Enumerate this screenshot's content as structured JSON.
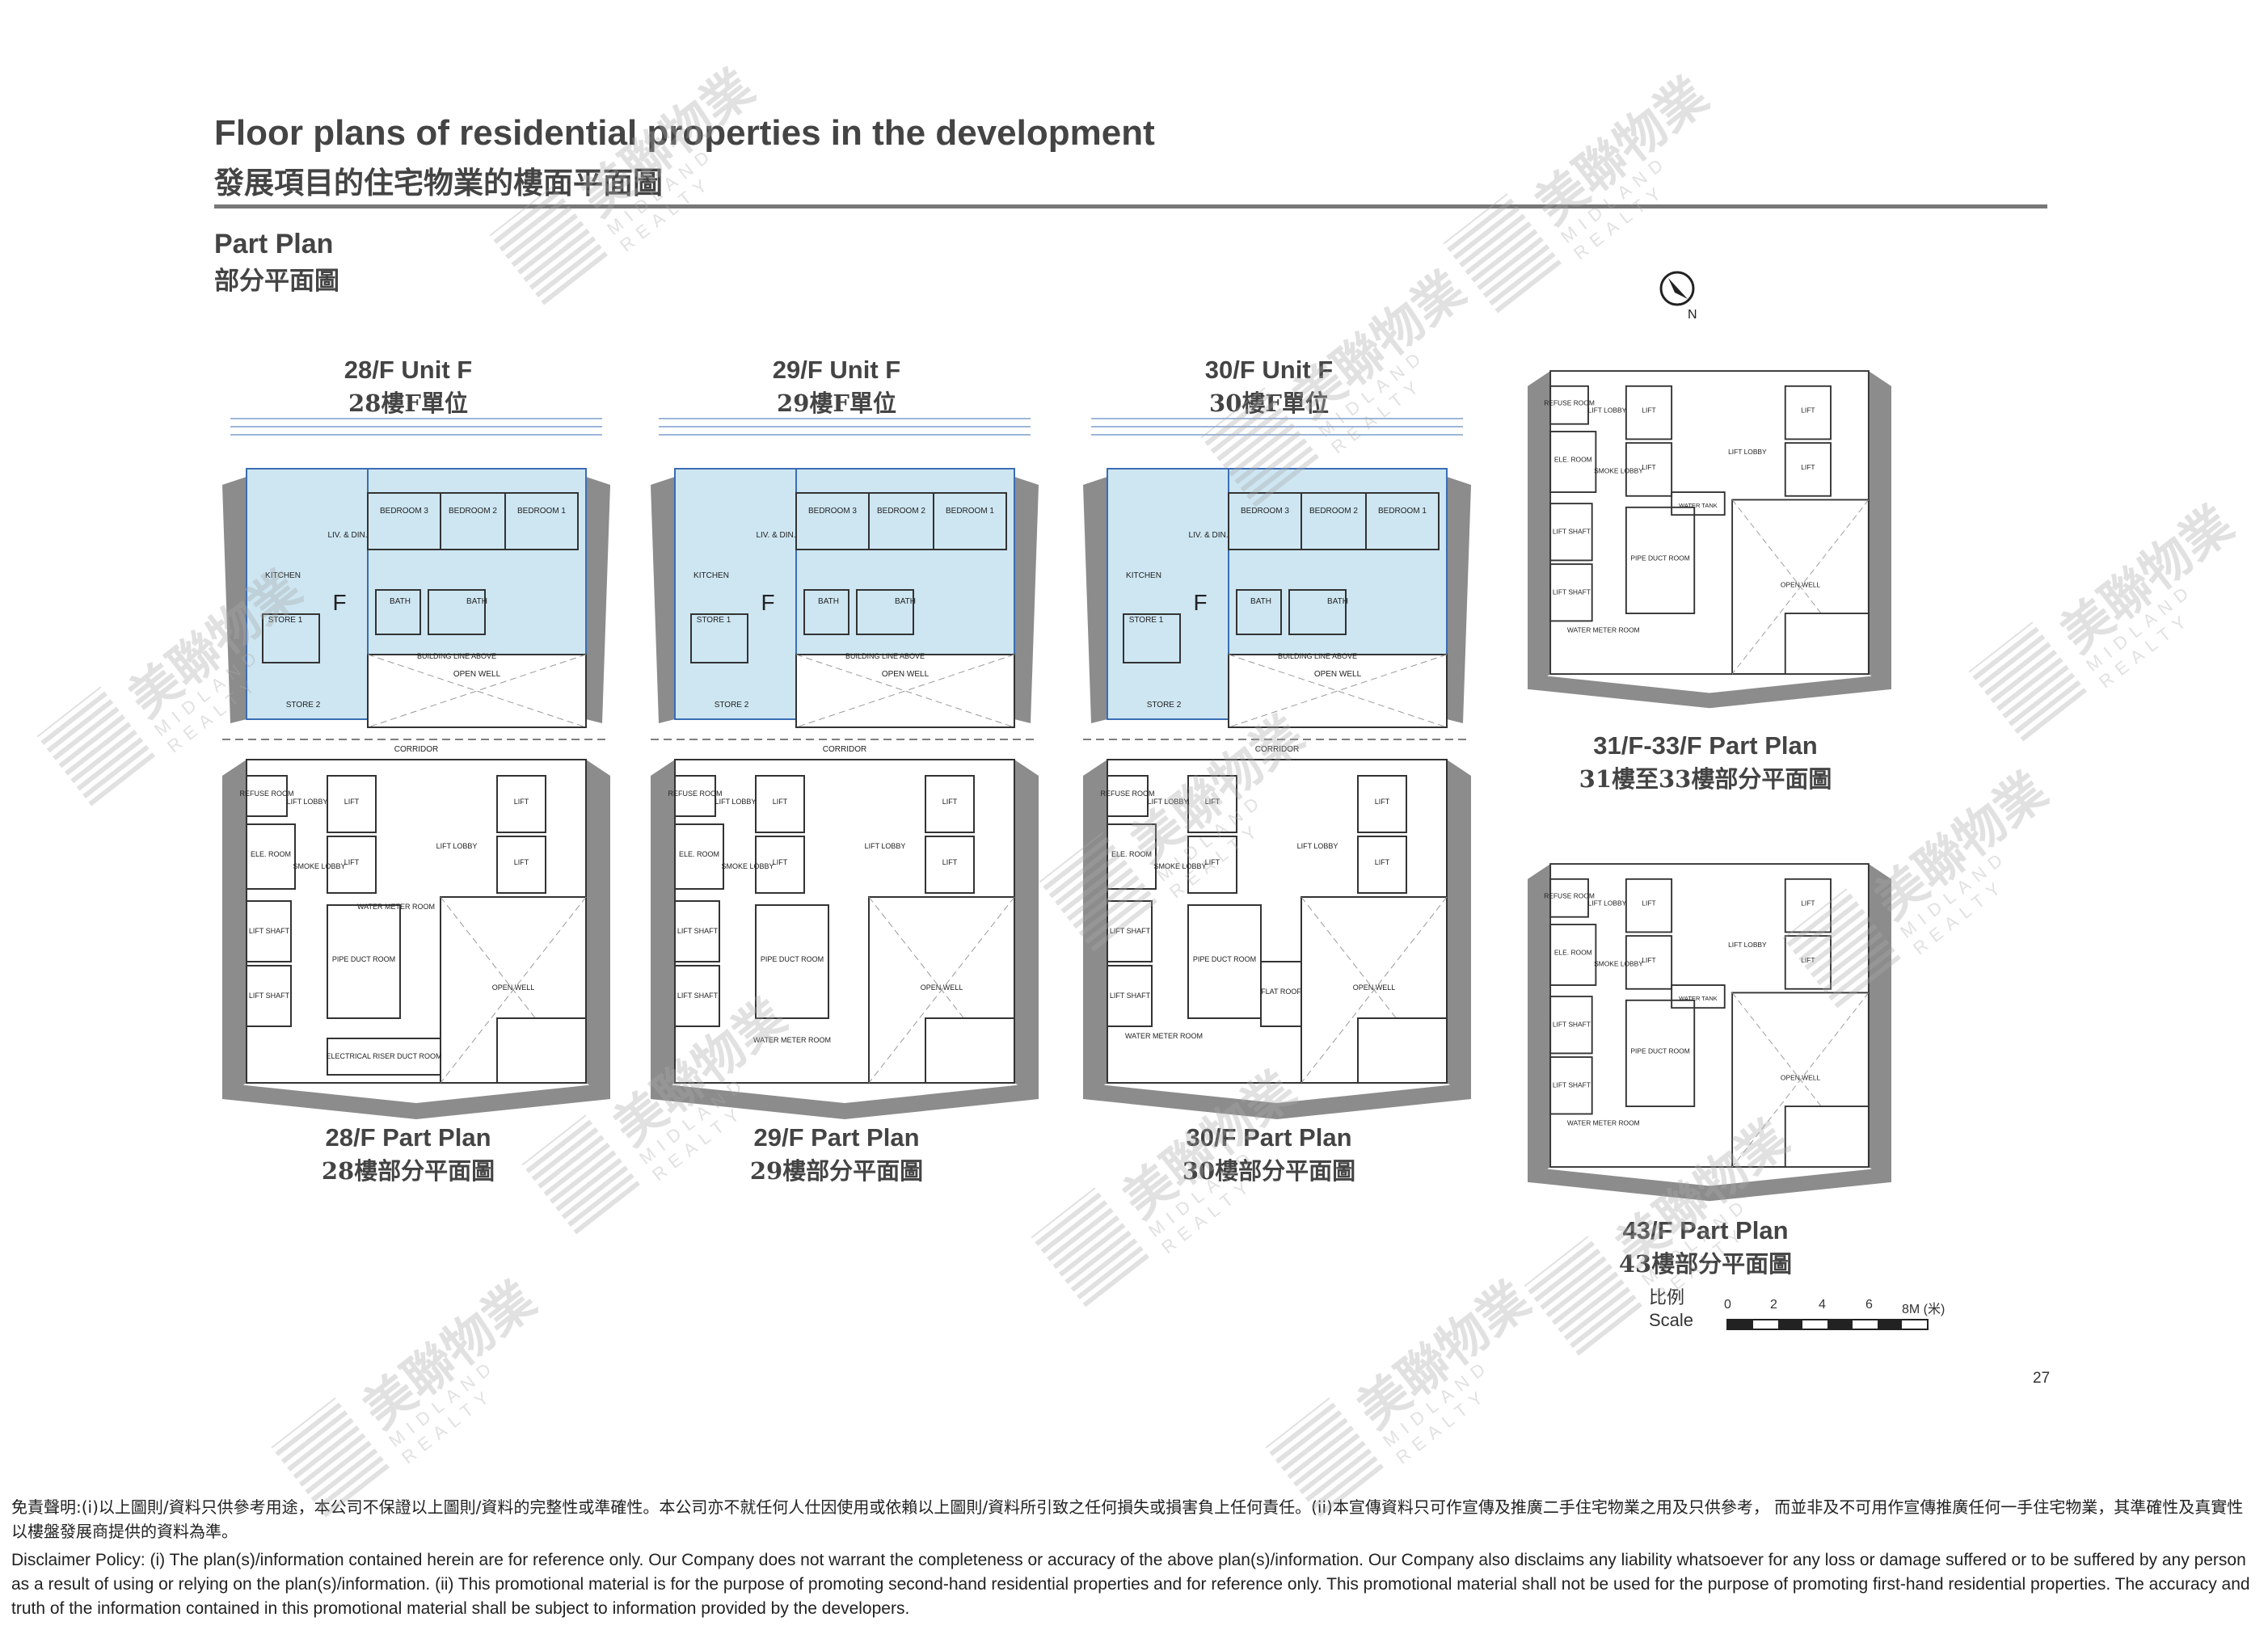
{
  "header": {
    "title_en": "Floor plans of residential properties in the development",
    "title_zh": "發展項目的住宅物業的樓面平面圖"
  },
  "section": {
    "title_en": "Part Plan",
    "title_zh": "部分平面圖"
  },
  "units": [
    {
      "en": "28/F Unit F",
      "zh": "28樓F單位"
    },
    {
      "en": "29/F Unit F",
      "zh": "29樓F單位"
    },
    {
      "en": "30/F Unit F",
      "zh": "30樓F單位"
    }
  ],
  "part_plans": [
    {
      "en": "28/F Part Plan",
      "zh": "28樓部分平面圖"
    },
    {
      "en": "29/F Part Plan",
      "zh": "29樓部分平面圖"
    },
    {
      "en": "30/F Part Plan",
      "zh": "30樓部分平面圖"
    },
    {
      "en": "31/F-33/F Part Plan",
      "zh": "31樓至33樓部分平面圖"
    },
    {
      "en": "43/F Part Plan",
      "zh": "43樓部分平面圖"
    }
  ],
  "room_labels": {
    "unit_letter": "F",
    "bedroom1": "BEDROOM 1",
    "bedroom2": "BEDROOM 2",
    "bedroom3": "BEDROOM 3",
    "liv_din": "LIV. & DIN.",
    "kitchen": "KITCHEN",
    "bath": "BATH",
    "store1": "STORE 1",
    "store2": "STORE 2",
    "open_well": "OPEN WELL",
    "building_line": "BUILDING LINE ABOVE",
    "corridor": "CORRIDOR",
    "refuse_room": "REFUSE ROOM",
    "lift_lobby": "LIFT LOBBY",
    "lift": "LIFT",
    "ele_room": "ELE. ROOM",
    "smoke_lobby": "SMOKE LOBBY",
    "lift_shaft": "LIFT SHAFT",
    "pipe_duct_room": "PIPE DUCT ROOM",
    "water_meter_room": "WATER METER ROOM",
    "electrical_riser": "ELECTRICAL RISER DUCT ROOM",
    "flat_roof": "FLAT ROOF",
    "water_tank": "WATER TANK"
  },
  "compass": {
    "label": "N"
  },
  "scale": {
    "label_zh": "比例",
    "label_en": "Scale",
    "ticks": [
      "0",
      "2",
      "4",
      "6",
      "8M (米)"
    ]
  },
  "page_number": "27",
  "disclaimer": {
    "zh": "免責聲明:(i)以上圖則/資料只供參考用途，本公司不保證以上圖則/資料的完整性或準確性。本公司亦不就任何人仕因使用或依賴以上圖則/資料所引致之任何損失或損害負上任何責任。(ii)本宣傳資料只可作宣傳及推廣二手住宅物業之用及只供參考， 而並非及不可用作宣傳推廣任何一手住宅物業，其準確性及真實性以樓盤發展商提供的資料為準。",
    "en": "Disclaimer Policy: (i) The plan(s)/information contained herein are for reference only. Our Company does not warrant the completeness or accuracy of the above plan(s)/information. Our Company also disclaims any liability whatsoever for any loss or damage suffered or to be suffered by any person as a result of using or relying on the plan(s)/information. (ii) This promotional material is for the purpose of promoting second-hand residential properties and for reference only. This promotional material shall not be used for the purpose of promoting first-hand residential properties. The accuracy and truth of the information contained in this promotional material shall be subject to information provided by the developers."
  },
  "watermark": {
    "zh": "美聯物業",
    "en": "MIDLAND REALTY"
  },
  "colors": {
    "unit_fill": "#cde6f2",
    "wall": "#8c8c8c",
    "line": "#333333",
    "dim": "#3b6db5"
  }
}
